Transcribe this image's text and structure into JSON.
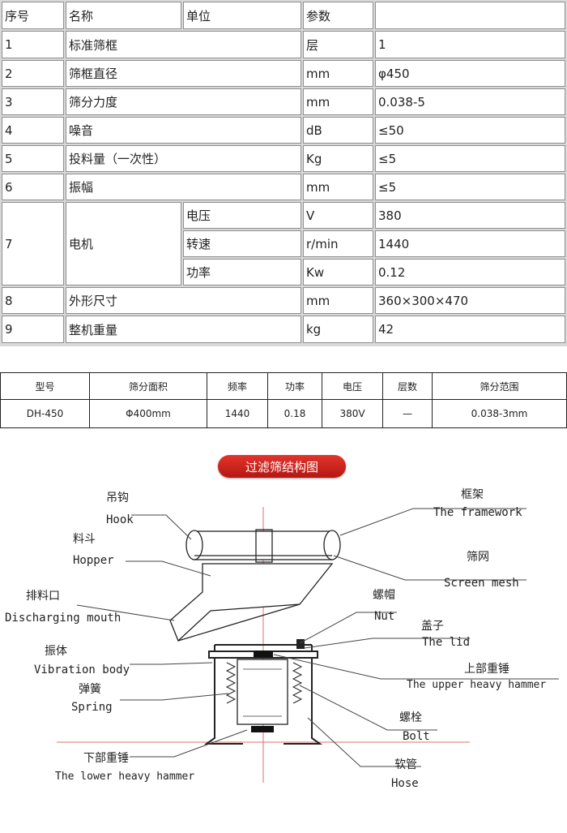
{
  "spec_table": {
    "headers": {
      "no": "序号",
      "name": "名称",
      "unit": "单位",
      "param": "参数"
    },
    "rows": [
      {
        "no": "1",
        "name": "标准筛框",
        "unit": "层",
        "value": "1"
      },
      {
        "no": "2",
        "name": "筛框直径",
        "unit": "mm",
        "value": "φ450"
      },
      {
        "no": "3",
        "name": "筛分力度",
        "unit": "mm",
        "value": "0.038-5"
      },
      {
        "no": "4",
        "name": "噪音",
        "unit": "dB",
        "value": "≤50"
      },
      {
        "no": "5",
        "name": "投料量（一次性）",
        "unit": "Kg",
        "value": "≤5"
      },
      {
        "no": "6",
        "name": "振幅",
        "unit": "mm",
        "value": "≤5"
      },
      {
        "no": "7",
        "name": "电机",
        "sub": [
          {
            "name": "电压",
            "unit": "V",
            "value": "380"
          },
          {
            "name": "转速",
            "unit": "r/min",
            "value": "1440"
          },
          {
            "name": "功率",
            "unit": "Kw",
            "value": "0.12"
          }
        ]
      },
      {
        "no": "8",
        "name": "外形尺寸",
        "unit": "mm",
        "value": "360×300×470"
      },
      {
        "no": "9",
        "name": "整机重量",
        "unit": "kg",
        "value": "42"
      }
    ]
  },
  "model_table": {
    "headers": [
      "型号",
      "筛分面积",
      "频率",
      "功率",
      "电压",
      "层数",
      "筛分范围"
    ],
    "row": [
      "DH-450",
      "Φ400mm",
      "1440",
      "0.18",
      "380V",
      "—",
      "0.038-3mm"
    ]
  },
  "diagram": {
    "title": "过滤筛结构图",
    "labels": {
      "hook_zh": "吊钩",
      "hook_en": "Hook",
      "hopper_zh": "料斗",
      "hopper_en": "Hopper",
      "discharge_zh": "排料口",
      "discharge_en": "Discharging mouth",
      "vibration_zh": "振体",
      "vibration_en": "Vibration body",
      "spring_zh": "弹簧",
      "spring_en": "Spring",
      "lower_zh": "下部重锤",
      "lower_en": "The lower heavy hammer",
      "frame_zh": "框架",
      "frame_en": "The framework",
      "mesh_zh": "筛网",
      "mesh_en": "Screen mesh",
      "nut_zh": "螺帽",
      "nut_en": "Nut",
      "lid_zh": "盖子",
      "lid_en": "The lid",
      "upper_zh": "上部重锤",
      "upper_en": "The upper heavy hammer",
      "bolt_zh": "螺栓",
      "bolt_en": "Bolt",
      "hose_zh": "软管",
      "hose_en": "Hose"
    }
  }
}
